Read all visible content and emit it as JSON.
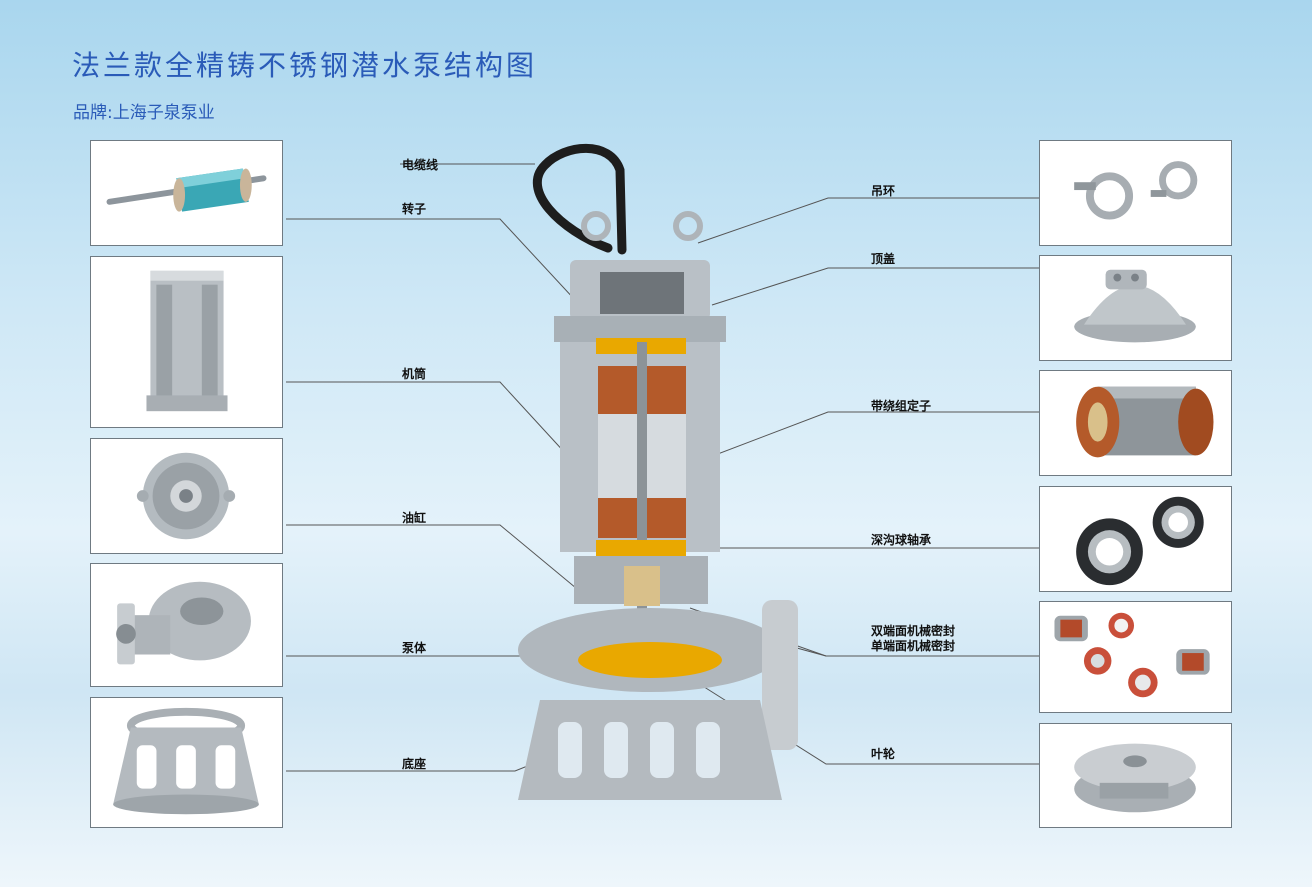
{
  "page": {
    "title": "法兰款全精铸不锈钢潜水泵结构图",
    "brand": "品牌:上海子泉泵业"
  },
  "colors": {
    "title": "#2a5bb8",
    "stainless": "#b9c0c6",
    "impeller": "#e9a800",
    "winding": "#b45a2a",
    "cable": "#1d1d1d"
  },
  "left_parts": [
    {
      "label": "转子",
      "icon": "rotor-icon"
    },
    {
      "label": "机筒",
      "icon": "motor-casing-icon"
    },
    {
      "label": "油缸",
      "icon": "oil-chamber-icon"
    },
    {
      "label": "泵体",
      "icon": "pump-body-icon"
    },
    {
      "label": "底座",
      "icon": "base-stand-icon"
    }
  ],
  "cable_label": "电缆线",
  "right_parts": [
    {
      "label": "吊环",
      "icon": "lifting-eye-bolt-icon"
    },
    {
      "label": "顶盖",
      "icon": "top-cover-icon"
    },
    {
      "label": "带绕组定子",
      "icon": "wound-stator-icon"
    },
    {
      "label": "深沟球轴承",
      "icon": "deep-groove-ball-bearing-icon"
    },
    {
      "label": "双端面机械密封",
      "label2": "单端面机械密封",
      "icon": "mechanical-seal-icon"
    },
    {
      "label": "叶轮",
      "icon": "impeller-icon"
    }
  ]
}
